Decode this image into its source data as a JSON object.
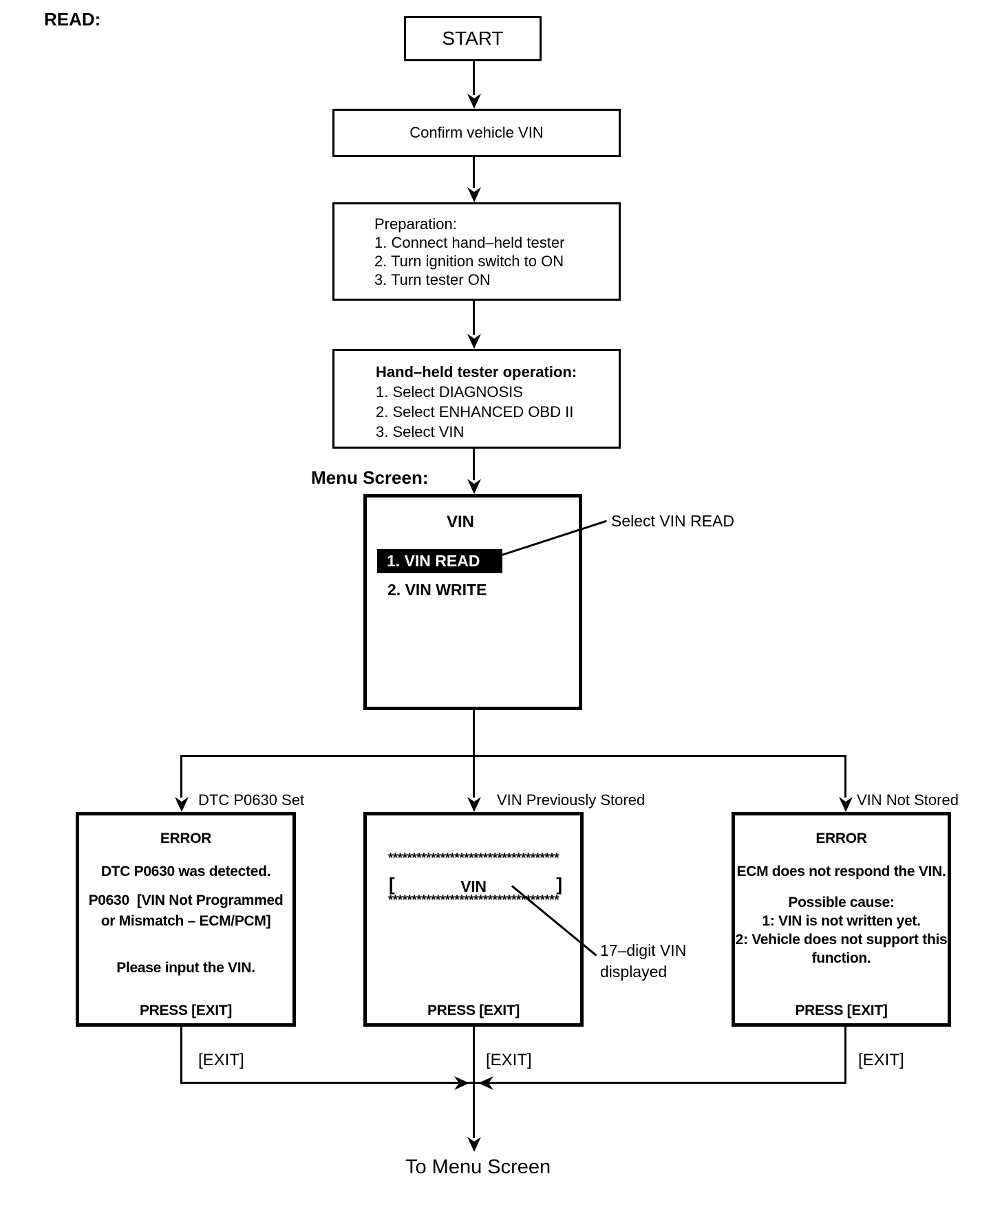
{
  "page": {
    "read_label": "READ:",
    "menu_screen_label": "Menu Screen:",
    "to_menu_screen": "To Menu Screen"
  },
  "flow": {
    "start": "START",
    "confirm": "Confirm vehicle VIN",
    "preparation": {
      "title": "Preparation:",
      "steps": [
        "1. Connect hand–held tester",
        "2. Turn ignition switch to ON",
        "3. Turn tester ON"
      ]
    },
    "tester": {
      "title": "Hand–held tester operation:",
      "steps": [
        "1. Select DIAGNOSIS",
        "2. Select ENHANCED OBD II",
        "3. Select VIN"
      ]
    },
    "menu": {
      "title": "VIN",
      "item1": "1. VIN READ",
      "item2": "2. VIN WRITE",
      "callout": "Select VIN READ"
    }
  },
  "branches": {
    "left": {
      "label": "DTC P0630 Set",
      "lines": [
        "ERROR",
        "DTC P0630 was detected.",
        "P0630  [VIN Not Programmed",
        "or Mismatch – ECM/PCM]",
        "Please input the VIN.",
        "PRESS [EXIT]"
      ],
      "exit_label": "[EXIT]"
    },
    "middle": {
      "label": "VIN Previously Stored",
      "asterisks_top": "************************************",
      "bracket_open": "[",
      "vin": "VIN",
      "bracket_close": "]",
      "asterisks_bottom": "************************************",
      "press": "PRESS [EXIT]",
      "callout_line1": "17–digit VIN",
      "callout_line2": "displayed",
      "exit_label": "[EXIT]"
    },
    "right": {
      "label": "VIN Not Stored",
      "lines": [
        "ERROR",
        "ECM does not respond the VIN.",
        "Possible cause:",
        "1: VIN is not written yet.",
        "2: Vehicle does not support this",
        "function.",
        "PRESS [EXIT]"
      ],
      "exit_label": "[EXIT]"
    }
  }
}
